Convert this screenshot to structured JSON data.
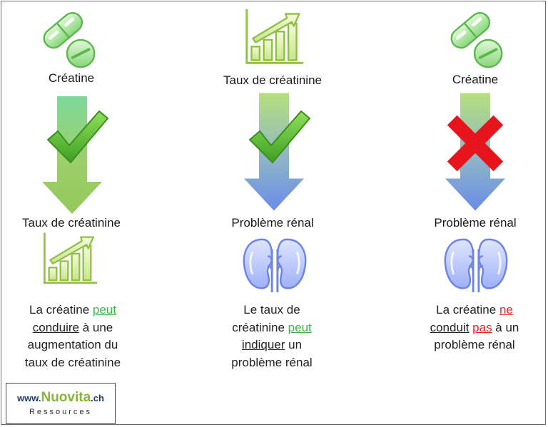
{
  "columns": [
    {
      "top_label": "Créatine",
      "bottom_label": "Taux de créatinine",
      "desc": [
        {
          "t": "La créatine ",
          "s": ""
        },
        {
          "t": "peut",
          "s": "g u"
        },
        {
          "t": "\n",
          "s": ""
        },
        {
          "t": "conduire",
          "s": "u"
        },
        {
          "t": " à une\naugmentation du\ntaux de créatinine",
          "s": ""
        }
      ]
    },
    {
      "top_label": "Taux de créatinine",
      "bottom_label": "Problème rénal",
      "desc": [
        {
          "t": "Le taux de\ncréatinine ",
          "s": ""
        },
        {
          "t": "peut",
          "s": "g u"
        },
        {
          "t": "\n",
          "s": ""
        },
        {
          "t": "indiquer",
          "s": "u"
        },
        {
          "t": " un\nproblème rénal",
          "s": ""
        }
      ]
    },
    {
      "top_label": "Créatine",
      "bottom_label": "Problème rénal",
      "desc": [
        {
          "t": "La créatine ",
          "s": ""
        },
        {
          "t": "ne",
          "s": "r u"
        },
        {
          "t": "\n",
          "s": ""
        },
        {
          "t": "conduit",
          "s": "u"
        },
        {
          "t": " ",
          "s": ""
        },
        {
          "t": "pas",
          "s": "r u"
        },
        {
          "t": " à un\nproblème rénal",
          "s": ""
        }
      ]
    }
  ],
  "logo": {
    "www": "www.",
    "brand": "Nuovita",
    "tld": ".ch",
    "subtitle": "Ressources"
  },
  "colors": {
    "check": "#52b52b",
    "cross": "#e8141b",
    "link_green": "#3bb44a",
    "link_red": "#e8262a",
    "arrow_green": "#7fd36f",
    "arrow_blue": "#6d8ee6",
    "kidney": "#7e93f0"
  }
}
